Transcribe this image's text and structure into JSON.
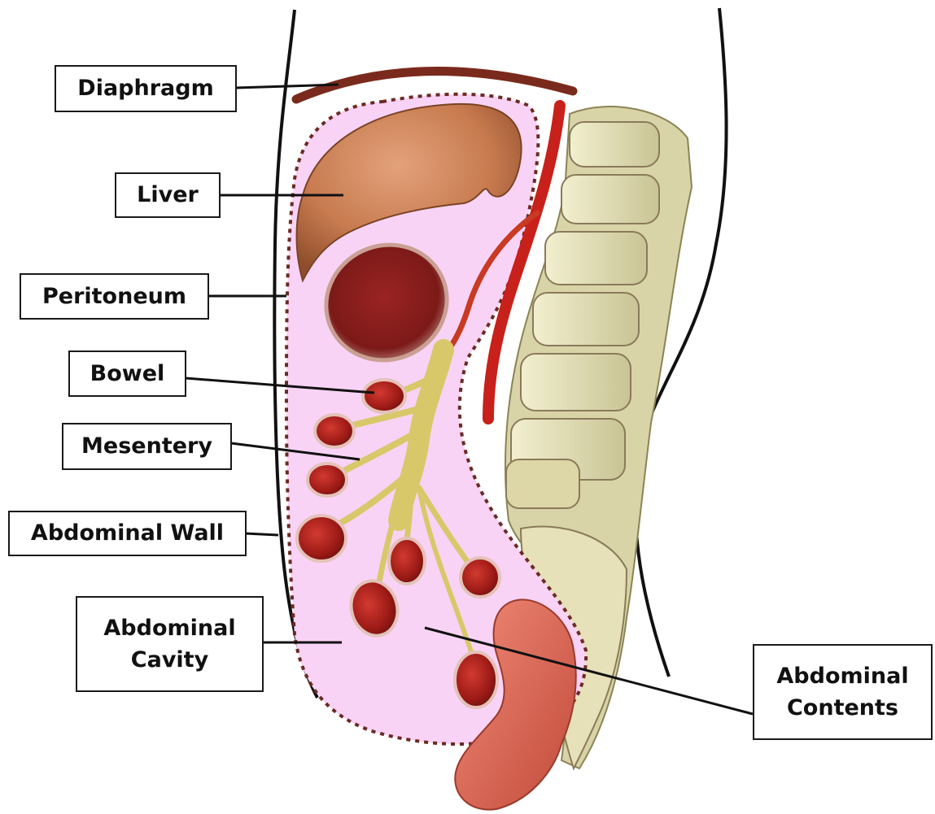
{
  "labels": {
    "diaphragm": "Diaphragm",
    "liver": "Liver",
    "peritoneum": "Peritoneum",
    "bowel": "Bowel",
    "mesentery": "Mesentery",
    "abdominal_wall": "Abdominal Wall",
    "abdominal_cavity_line1": "Abdominal",
    "abdominal_cavity_line2": "Cavity",
    "abdominal_contents_line1": "Abdominal",
    "abdominal_contents_line2": "Contents"
  },
  "colors": {
    "cavity_fill": "#f9d3f6",
    "peritoneum_dash": "#6b2a22",
    "diaphragm": "#7a2a1c",
    "liver": "#c77a4e",
    "stomach": "#8a1f1c",
    "bowel_loop": "#a8201c",
    "mesentery": "#d8c86a",
    "aorta": "#c8201a",
    "spine": "#e4e0b4",
    "colon": "#e0705e",
    "body_outline": "#111111"
  }
}
